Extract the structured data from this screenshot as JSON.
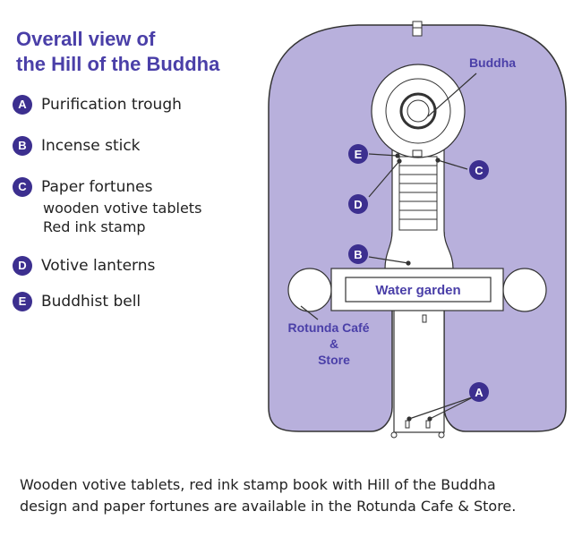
{
  "title_lines": [
    "Overall view of",
    "the Hill of the Buddha"
  ],
  "legend": [
    {
      "letter": "A",
      "lines": [
        "Purification trough"
      ]
    },
    {
      "letter": "B",
      "lines": [
        "Incense stick"
      ]
    },
    {
      "letter": "C",
      "lines": [
        "Paper fortunes",
        "wooden votive tablets",
        "Red ink stamp"
      ]
    },
    {
      "letter": "D",
      "lines": [
        "Votive lanterns"
      ]
    },
    {
      "letter": "E",
      "lines": [
        "Buddhist bell"
      ]
    }
  ],
  "map": {
    "buddha_label": "Buddha",
    "water_garden_label": "Water garden",
    "cafe_label_lines": [
      "Rotunda Café",
      "&",
      "Store"
    ],
    "markers": [
      "A",
      "B",
      "C",
      "D",
      "E"
    ]
  },
  "footer_lines": [
    "Wooden votive tablets, red ink stamp book with Hill of the Buddha",
    "design and paper fortunes are available in the Rotunda Cafe & Store."
  ],
  "colors": {
    "hill": "#b8b0dc",
    "accent": "#3c2f8f",
    "title": "#4a3fa8",
    "outline": "#333333"
  }
}
